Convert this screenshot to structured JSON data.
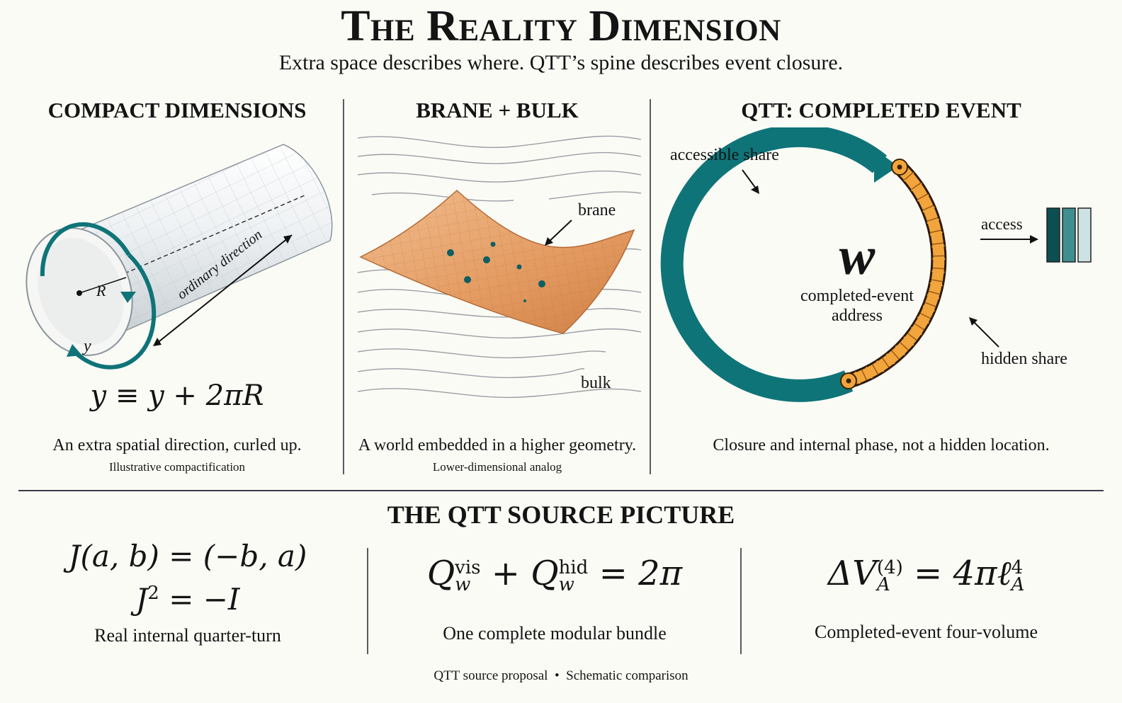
{
  "header": {
    "title": "The Reality Dimension",
    "subtitle": "Extra space describes where. QTT’s spine describes event closure."
  },
  "panels": {
    "compact": {
      "title": "COMPACT DIMENSIONS",
      "label_radius": "R",
      "label_y": "y",
      "label_direction": "ordinary direction",
      "equation_lhs": "y",
      "equation_op": "≡",
      "equation_rhs": "y + 2πR",
      "caption": "An extra spatial direction, curled up.",
      "subcaption": "Illustrative compactification"
    },
    "brane": {
      "title": "BRANE + BULK",
      "label_brane": "brane",
      "label_bulk": "bulk",
      "caption": "A world embedded in a higher geometry.",
      "subcaption": "Lower-dimensional analog"
    },
    "qtt": {
      "title": "QTT: COMPLETED EVENT",
      "label_accessible": "accessible share",
      "label_hidden": "hidden share",
      "label_access": "access",
      "center_symbol": "w",
      "center_line1": "completed-event",
      "center_line2": "address",
      "caption": "Closure and internal phase, not a hidden location."
    }
  },
  "source": {
    "title": "THE QTT SOURCE PICTURE",
    "eq1_line1": "J(a, b) = (−b, a)",
    "eq1_line2_base": "J",
    "eq1_line2_exp": "2",
    "eq1_line2_rest": " = −I",
    "eq1_caption": "Real internal quarter-turn",
    "eq2_q": "Q",
    "eq2_sup1": "vis",
    "eq2_sub": "w",
    "eq2_plus": " + ",
    "eq2_sup2": "hid",
    "eq2_rhs": " = 2π",
    "eq2_caption": "One complete modular bundle",
    "eq3_delta": "ΔV",
    "eq3_sup": "(4)",
    "eq3_sub": "A",
    "eq3_mid": " = 4πℓ",
    "eq3_sup2": "4",
    "eq3_sub2": "A",
    "eq3_caption": "Completed-event four-volume"
  },
  "footer": {
    "left": "QTT source proposal",
    "separator": "•",
    "right": "Schematic comparison"
  },
  "colors": {
    "teal": "#0f7478",
    "orange": "#f2a53c",
    "brane": "#e8a06a"
  }
}
